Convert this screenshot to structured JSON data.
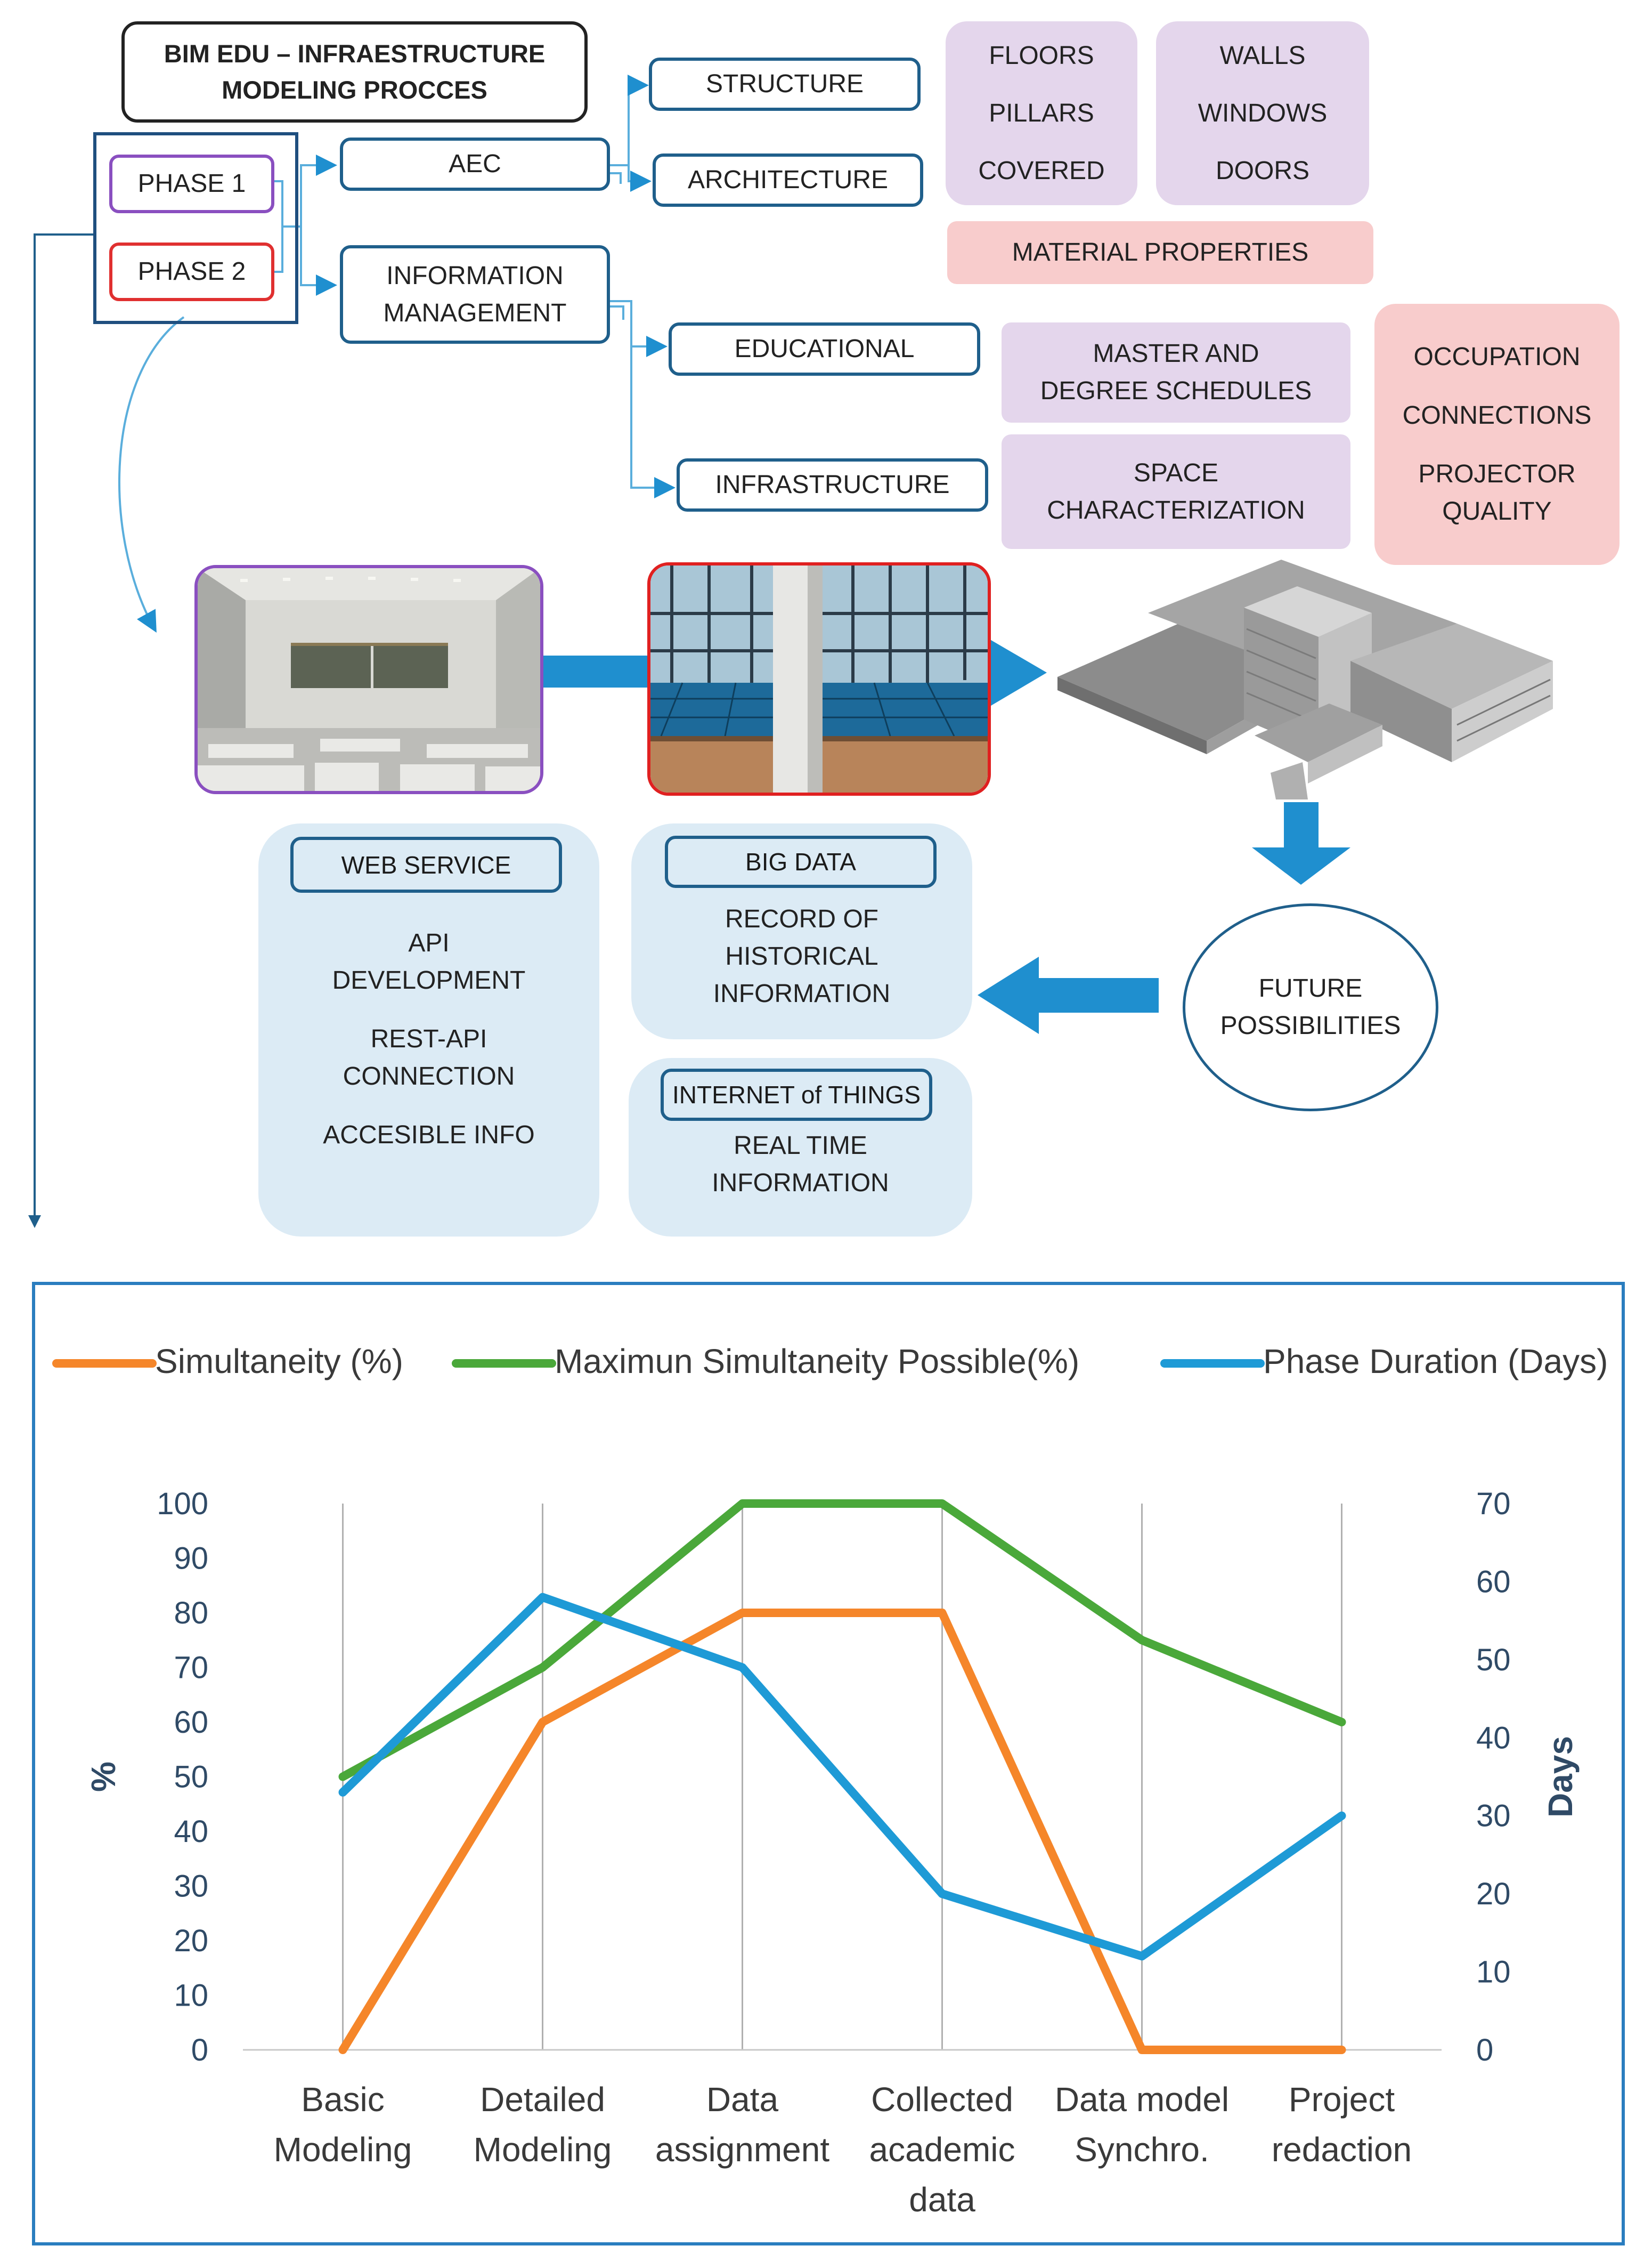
{
  "diagram": {
    "title": [
      "BIM EDU – INFRAESTRUCTURE",
      "MODELING PROCCES"
    ],
    "phase1": "PHASE 1",
    "phase2": "PHASE 2",
    "aec": "AEC",
    "info_mgmt": [
      "INFORMATION",
      "MANAGEMENT"
    ],
    "structure": "STRUCTURE",
    "architecture": "ARCHITECTURE",
    "structure_items": [
      "FLOORS",
      "PILLARS",
      "COVERED"
    ],
    "architecture_items": [
      "WALLS",
      "WINDOWS",
      "DOORS"
    ],
    "material_properties": "MATERIAL PROPERTIES",
    "educational": "EDUCATIONAL",
    "infrastructure": "INFRASTRUCTURE",
    "master_schedules": [
      "MASTER AND",
      "DEGREE SCHEDULES"
    ],
    "space_char": [
      "SPACE",
      "CHARACTERIZATION"
    ],
    "occupation_items": [
      "OCCUPATION",
      "CONNECTIONS",
      "PROJECTOR",
      "QUALITY"
    ],
    "web_service": {
      "title": "WEB SERVICE",
      "items": [
        "API",
        "DEVELOPMENT",
        "REST-API",
        "CONNECTION",
        "ACCESIBLE INFO"
      ]
    },
    "big_data": {
      "title": "BIG DATA",
      "items": [
        "RECORD OF",
        "HISTORICAL",
        "INFORMATION"
      ]
    },
    "iot": {
      "title": "INTERNET of THINGS",
      "items": [
        "REAL TIME",
        "INFORMATION"
      ]
    },
    "future": [
      "FUTURE",
      "POSSIBILITIES"
    ],
    "colors": {
      "blue_outline": "#1f5f8b",
      "arrow_blue": "#1f8fcf",
      "lavender": "#e4d6ec",
      "pink": "#f8cccc",
      "light_blue": "#dcebf5",
      "phase1_border": "#8a4fc0",
      "phase2_border": "#e03030"
    }
  },
  "chart_data": {
    "type": "line",
    "categories": [
      [
        "Basic",
        "Modeling"
      ],
      [
        "Detailed",
        "Modeling"
      ],
      [
        "Data",
        "assignment"
      ],
      [
        "Collected",
        "academic",
        "data"
      ],
      [
        "Data model",
        "Synchro."
      ],
      [
        "Project",
        "redaction"
      ]
    ],
    "series": [
      {
        "name": "Simultaneity (%)",
        "axis": "left",
        "color": "#f5862a",
        "values": [
          0,
          60,
          80,
          80,
          0,
          0
        ]
      },
      {
        "name": "Maximun Simultaneity Possible(%)",
        "axis": "left",
        "color": "#4aa83a",
        "values": [
          50,
          70,
          100,
          100,
          75,
          60
        ]
      },
      {
        "name": "Phase Duration (Days)",
        "axis": "right",
        "color": "#1e9ad6",
        "values": [
          33,
          58,
          49,
          20,
          12,
          30
        ]
      }
    ],
    "ylabel": "%",
    "ylabel_right": "Days",
    "ylim": [
      0,
      100
    ],
    "ylim_right": [
      0,
      70
    ],
    "yticks": [
      0,
      10,
      20,
      30,
      40,
      50,
      60,
      70,
      80,
      90,
      100
    ],
    "yticks_right": [
      0,
      10,
      20,
      30,
      40,
      50,
      60,
      70
    ],
    "grid": "vertical",
    "legend": "top"
  }
}
